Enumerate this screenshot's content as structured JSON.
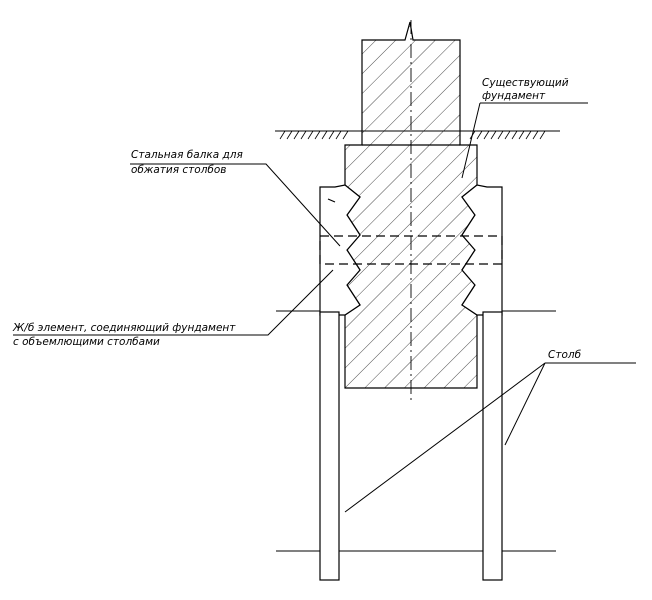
{
  "labels": {
    "existing_foundation_line1": "Существующий",
    "existing_foundation_line2": "фундамент",
    "steel_beam_line1": "Стальная балка для",
    "steel_beam_line2": "обжатия столбов",
    "rc_element_line1": "Ж/б элемент, соединяющий фундамент",
    "rc_element_line2": "с объемлющими столбами",
    "pile": "Столб"
  }
}
